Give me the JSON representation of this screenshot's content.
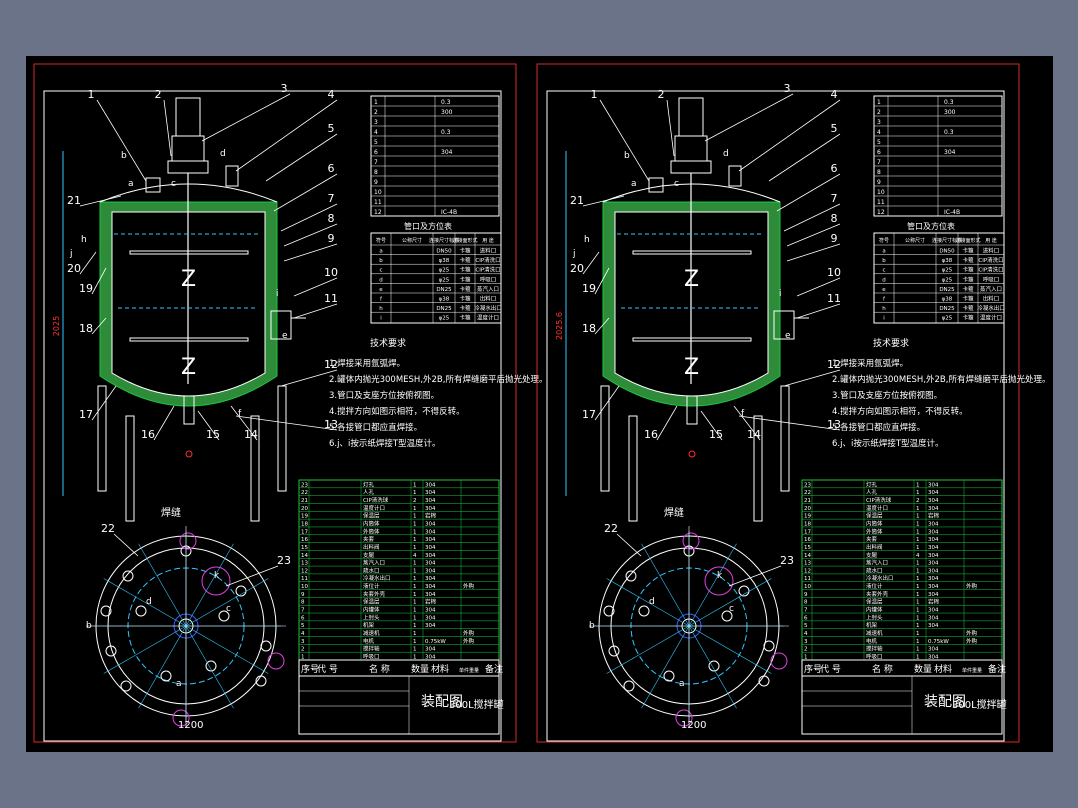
{
  "colors": {
    "background": "#6b7389",
    "viewport": "#000000",
    "frame": "#d62a2a",
    "line": "#ffffff",
    "cyan": "#30c8ff",
    "green": "#19c83a",
    "yellow": "#ffff40",
    "magenta": "#e040e0",
    "red": "#ff3030",
    "insulation": "#2e8b3a",
    "blue": "#3a5cff"
  },
  "drawings": [
    {
      "title": "装配图",
      "subtitle": "300L搅拌罐",
      "height_dim": "2025",
      "bottom_dim": "1200",
      "weld_label": "焊缝",
      "part_numbers": [
        "1",
        "2",
        "3",
        "4",
        "5",
        "6",
        "7",
        "8",
        "9",
        "10",
        "11",
        "12",
        "13",
        "14",
        "15",
        "16",
        "17",
        "18",
        "19",
        "20",
        "21"
      ],
      "plan_part_numbers": [
        "22",
        "23"
      ],
      "nozzle_letters": [
        "a",
        "b",
        "c",
        "d",
        "e",
        "f",
        "h",
        "i",
        "j",
        "k"
      ],
      "tech_req_title": "技术要求",
      "tech_req": [
        "1.焊接采用氩弧焊。",
        "2.罐体内抛光300MESH,外2B,所有焊缝磨平后抛光处理。",
        "3.管口及支座方位按俯视图。",
        "4.搅拌方向如图示相符，不得反转。",
        "5.各接管口都应直焊接。",
        "6.j、i按示纸焊接T型温度计。"
      ],
      "nozzle_table_title": "管口及方位表",
      "nozzle_table_header": [
        "符号",
        "公称尺寸",
        "连接尺寸标准",
        "连接面形式",
        "用 途"
      ],
      "nozzle_rows": [
        [
          "a",
          "",
          "DN50",
          "卡箍",
          "进料口"
        ],
        [
          "b",
          "",
          "φ38",
          "卡箍",
          "CIP清洗口"
        ],
        [
          "c",
          "",
          "φ25",
          "卡箍",
          "CIP清洗口"
        ],
        [
          "d",
          "",
          "φ25",
          "卡箍",
          "呼吸口"
        ],
        [
          "e",
          "",
          "DN25",
          "卡箍",
          "蒸汽入口"
        ],
        [
          "f",
          "",
          "φ38",
          "卡箍",
          "出料口"
        ],
        [
          "h",
          "",
          "DN25",
          "卡箍",
          "冷凝水出口"
        ],
        [
          "i",
          "",
          "φ25",
          "卡箍",
          "温度计口"
        ]
      ],
      "spec_rows": [
        "1",
        "2",
        "3",
        "4",
        "5",
        "6",
        "7",
        "8",
        "9",
        "10",
        "11",
        "12"
      ],
      "spec_values": [
        "0.3",
        "300",
        "",
        "0.3",
        "",
        "304",
        "",
        "",
        "",
        "",
        "",
        "IC-4B"
      ],
      "parts_header": [
        "序号",
        "代 号",
        "名 称",
        "数量",
        "材料",
        "单件重量",
        "备注"
      ],
      "parts": [
        [
          "23",
          "",
          "灯孔",
          "1",
          "304",
          ""
        ],
        [
          "22",
          "",
          "人孔",
          "1",
          "304",
          ""
        ],
        [
          "21",
          "",
          "CIP清洗球",
          "2",
          "304",
          ""
        ],
        [
          "20",
          "",
          "温度计口",
          "1",
          "304",
          ""
        ],
        [
          "19",
          "",
          "保温层",
          "1",
          "岩棉",
          ""
        ],
        [
          "18",
          "",
          "内筒体",
          "1",
          "304",
          ""
        ],
        [
          "17",
          "",
          "外筒体",
          "1",
          "304",
          ""
        ],
        [
          "16",
          "",
          "夹套",
          "1",
          "304",
          ""
        ],
        [
          "15",
          "",
          "出料阀",
          "1",
          "304",
          ""
        ],
        [
          "14",
          "",
          "支腿",
          "4",
          "304",
          ""
        ],
        [
          "13",
          "",
          "蒸汽入口",
          "1",
          "304",
          ""
        ],
        [
          "12",
          "",
          "疏水口",
          "1",
          "304",
          ""
        ],
        [
          "11",
          "",
          "冷凝水出口",
          "1",
          "304",
          ""
        ],
        [
          "10",
          "",
          "液位计",
          "1",
          "304",
          "外购"
        ],
        [
          "9",
          "",
          "夹套外壳",
          "1",
          "304",
          ""
        ],
        [
          "8",
          "",
          "保温层",
          "1",
          "岩棉",
          ""
        ],
        [
          "7",
          "",
          "内罐体",
          "1",
          "304",
          ""
        ],
        [
          "6",
          "",
          "上封头",
          "1",
          "304",
          ""
        ],
        [
          "5",
          "",
          "机架",
          "1",
          "304",
          ""
        ],
        [
          "4",
          "",
          "减速机",
          "1",
          "",
          "外购"
        ],
        [
          "3",
          "",
          "电机",
          "1",
          "0.75kW",
          "外购"
        ],
        [
          "2",
          "",
          "搅拌轴",
          "1",
          "304",
          ""
        ],
        [
          "1",
          "",
          "呼吸口",
          "1",
          "304",
          ""
        ]
      ]
    },
    {
      "title": "装配图",
      "subtitle": "300L搅拌罐",
      "height_dim": "2025.6",
      "bottom_dim": "1200",
      "weld_label": "焊缝",
      "part_numbers": [
        "1",
        "2",
        "3",
        "4",
        "5",
        "6",
        "7",
        "8",
        "9",
        "10",
        "11",
        "12",
        "13",
        "14",
        "15",
        "16",
        "17",
        "18",
        "19",
        "20",
        "21"
      ],
      "plan_part_numbers": [
        "22",
        "23"
      ],
      "nozzle_letters": [
        "a",
        "b",
        "c",
        "d",
        "e",
        "f",
        "h",
        "i",
        "j",
        "k"
      ],
      "tech_req_title": "技术要求",
      "tech_req": [
        "1.焊接采用氩弧焊。",
        "2.罐体内抛光300MESH,外2B,所有焊缝磨平后抛光处理。",
        "3.管口及支座方位按俯视图。",
        "4.搅拌方向如图示相符，不得反转。",
        "5.各接管口都应直焊接。",
        "6.j、i按示纸焊接T型温度计。"
      ],
      "nozzle_table_title": "管口及方位表",
      "nozzle_table_header": [
        "符号",
        "公称尺寸",
        "连接尺寸标准",
        "连接面形式",
        "用 途"
      ],
      "nozzle_rows": [
        [
          "a",
          "",
          "DN50",
          "卡箍",
          "进料口"
        ],
        [
          "b",
          "",
          "φ38",
          "卡箍",
          "CIP清洗口"
        ],
        [
          "c",
          "",
          "φ25",
          "卡箍",
          "CIP清洗口"
        ],
        [
          "d",
          "",
          "φ25",
          "卡箍",
          "呼吸口"
        ],
        [
          "e",
          "",
          "DN25",
          "卡箍",
          "蒸汽入口"
        ],
        [
          "f",
          "",
          "φ38",
          "卡箍",
          "出料口"
        ],
        [
          "h",
          "",
          "DN25",
          "卡箍",
          "冷凝水出口"
        ],
        [
          "i",
          "",
          "φ25",
          "卡箍",
          "温度计口"
        ]
      ],
      "spec_rows": [
        "1",
        "2",
        "3",
        "4",
        "5",
        "6",
        "7",
        "8",
        "9",
        "10",
        "11",
        "12"
      ],
      "spec_values": [
        "0.3",
        "300",
        "",
        "0.3",
        "",
        "304",
        "",
        "",
        "",
        "",
        "",
        "IC-4B"
      ],
      "parts_header": [
        "序号",
        "代 号",
        "名 称",
        "数量",
        "材料",
        "单件重量",
        "备注"
      ],
      "parts": [
        [
          "23",
          "",
          "灯孔",
          "1",
          "304",
          ""
        ],
        [
          "22",
          "",
          "人孔",
          "1",
          "304",
          ""
        ],
        [
          "21",
          "",
          "CIP清洗球",
          "2",
          "304",
          ""
        ],
        [
          "20",
          "",
          "温度计口",
          "1",
          "304",
          ""
        ],
        [
          "19",
          "",
          "保温层",
          "1",
          "岩棉",
          ""
        ],
        [
          "18",
          "",
          "内筒体",
          "1",
          "304",
          ""
        ],
        [
          "17",
          "",
          "外筒体",
          "1",
          "304",
          ""
        ],
        [
          "16",
          "",
          "夹套",
          "1",
          "304",
          ""
        ],
        [
          "15",
          "",
          "出料阀",
          "1",
          "304",
          ""
        ],
        [
          "14",
          "",
          "支腿",
          "4",
          "304",
          ""
        ],
        [
          "13",
          "",
          "蒸汽入口",
          "1",
          "304",
          ""
        ],
        [
          "12",
          "",
          "疏水口",
          "1",
          "304",
          ""
        ],
        [
          "11",
          "",
          "冷凝水出口",
          "1",
          "304",
          ""
        ],
        [
          "10",
          "",
          "液位计",
          "1",
          "304",
          "外购"
        ],
        [
          "9",
          "",
          "夹套外壳",
          "1",
          "304",
          ""
        ],
        [
          "8",
          "",
          "保温层",
          "1",
          "岩棉",
          ""
        ],
        [
          "7",
          "",
          "内罐体",
          "1",
          "304",
          ""
        ],
        [
          "6",
          "",
          "上封头",
          "1",
          "304",
          ""
        ],
        [
          "5",
          "",
          "机架",
          "1",
          "304",
          ""
        ],
        [
          "4",
          "",
          "减速机",
          "1",
          "",
          "外购"
        ],
        [
          "3",
          "",
          "电机",
          "1",
          "0.75kW",
          "外购"
        ],
        [
          "2",
          "",
          "搅拌轴",
          "1",
          "304",
          ""
        ],
        [
          "1",
          "",
          "呼吸口",
          "1",
          "304",
          ""
        ]
      ]
    }
  ]
}
